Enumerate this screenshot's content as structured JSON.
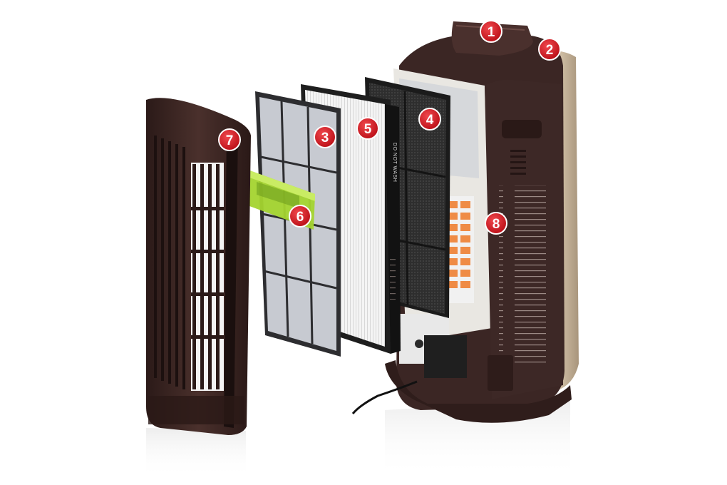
{
  "colors": {
    "callout_red": "#d0121b",
    "body_brown": "#3a2523",
    "body_brown_light": "#5a3d39",
    "gold_side": "#c7b49a",
    "filter_frame": "#2d2d30",
    "filter_mesh": "#c9ccd2",
    "hepa_white": "#f2f2f2",
    "carbon_dark": "#2a2a2a",
    "green_unit": "#9ccc2a",
    "orange_heater": "#f0843a"
  },
  "callouts": [
    {
      "id": "1",
      "label": "1",
      "part": "top-handle"
    },
    {
      "id": "2",
      "label": "2",
      "part": "side-panel"
    },
    {
      "id": "3",
      "label": "3",
      "part": "pre-filter"
    },
    {
      "id": "4",
      "label": "4",
      "part": "deodorizing-filter"
    },
    {
      "id": "5",
      "label": "5",
      "part": "hepa-filter"
    },
    {
      "id": "6",
      "label": "6",
      "part": "ion-generator"
    },
    {
      "id": "7",
      "label": "7",
      "part": "front-panel"
    },
    {
      "id": "8",
      "label": "8",
      "part": "main-body"
    }
  ],
  "printed_text": {
    "hepa_label": "DO NOT WASH"
  }
}
